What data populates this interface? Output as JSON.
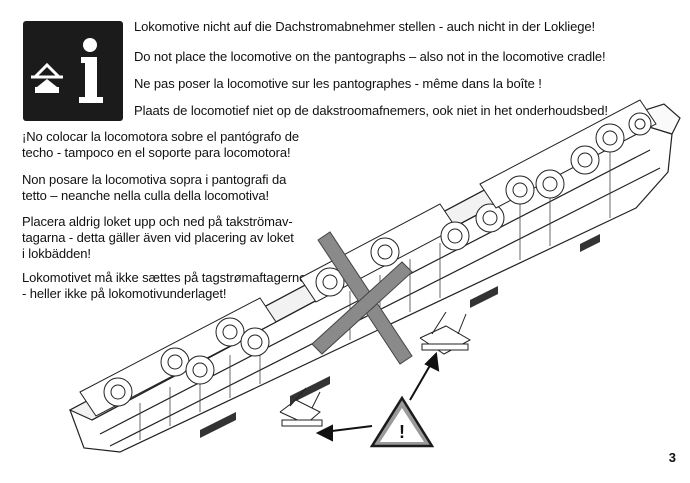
{
  "header_texts": [
    "Lokomotive nicht auf die Dachstromabnehmer stellen - auch nicht in der Lokliege!",
    "Do not place the locomotive on the pantographs – also not in the locomotive cradle!",
    "Ne pas poser la locomotive sur les pantographes - même dans la boîte !",
    "Plaats de locomotief niet op de dakstroomafnemers, ook niet in het onderhoudsbed!"
  ],
  "left_texts": [
    "¡No colocar la locomotora sobre el pantógrafo de\ntecho - tampoco en el soporte para locomotora!",
    "Non posare la locomotiva sopra i pantografi da\ntetto – neanche nella culla della locomotiva!",
    "Placera aldrig loket upp och ned på takströmav-\ntagarna -  detta gäller även vid placering av loket\ni lokbädden!",
    "Lokomotivet må ikke sættes på tagstrømaftagerne\n- heller ikke på lokomotivunderlaget!"
  ],
  "icons": {
    "info": "info-i-icon",
    "pantograph": "pantograph-icon",
    "warning": "warning-triangle-icon",
    "prohibition": "prohibition-cross-icon"
  },
  "warning_symbol": "!",
  "page_number": "3",
  "colors": {
    "info_box": "#1b1b1b",
    "cross": "#8a8a8a",
    "warning_fill": "#9a9a9a"
  }
}
